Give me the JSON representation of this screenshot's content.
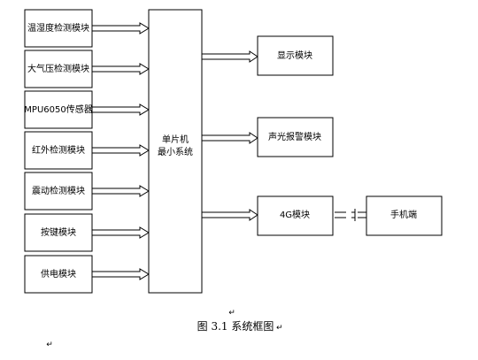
{
  "input_modules": [
    "温湿度检测模块",
    "大气压检测模块",
    "MPU6050传感器",
    "红外检测模块",
    "震动检测模块",
    "按键模块",
    "供电模块"
  ],
  "mcu": {
    "line1": "单片机",
    "line2": "最小系统"
  },
  "output_modules": [
    "显示模块",
    "声光报警模块",
    "4G模块"
  ],
  "phone": "手机端",
  "caption": "图 3.1 系统框图",
  "paragraph_mark": "↵"
}
